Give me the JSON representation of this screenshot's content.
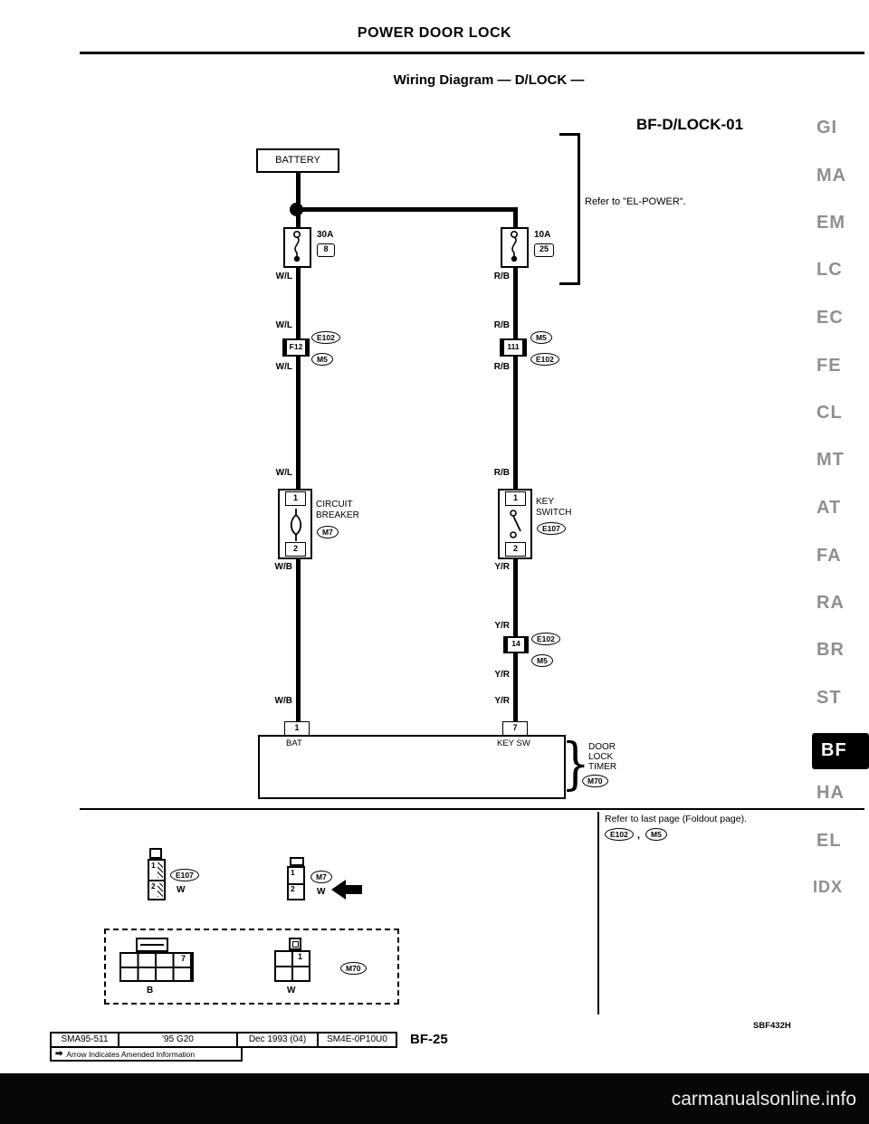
{
  "page": {
    "header": "POWER DOOR LOCK",
    "subtitle": "Wiring Diagram — D/LOCK —",
    "diagram_id": "BF-D/LOCK-01",
    "sbf_code": "SBF432H",
    "page_number": "BF-25",
    "watermark": "carmanualsonline.info"
  },
  "tabs": [
    "GI",
    "MA",
    "EM",
    "LC",
    "EC",
    "FE",
    "CL",
    "MT",
    "AT",
    "FA",
    "RA",
    "BR",
    "ST",
    "BF",
    "HA",
    "EL",
    "IDX"
  ],
  "icons": {
    "amended_arrow": "➡",
    "timer_brace": "}"
  },
  "notes": {
    "el_power": "Refer to \"EL-POWER\".",
    "foldout": "Refer to last page (Foldout page).",
    "foldout_ref1": "E102",
    "foldout_sep": ",",
    "foldout_ref2": "M5"
  },
  "diagram": {
    "battery": "BATTERY",
    "left": {
      "fuse_amp": "30A",
      "fuse_slot": "8",
      "wires": [
        "W/L",
        "W/L",
        "W/L",
        "W/L",
        "W/B",
        "W/B"
      ],
      "connector": "F12",
      "connector_ref1": "E102",
      "connector_ref2": "M5",
      "breaker_pin_top": "1",
      "breaker_pin_bottom": "2",
      "breaker_name1": "CIRCUIT",
      "breaker_name2": "BREAKER",
      "breaker_ref": "M7",
      "timer_pin": "1",
      "timer_pin_label": "BAT"
    },
    "right": {
      "fuse_amp": "10A",
      "fuse_slot": "25",
      "wires": [
        "R/B",
        "R/B",
        "R/B",
        "R/B",
        "Y/R",
        "Y/R",
        "Y/R",
        "Y/R"
      ],
      "connector1": "111",
      "connector1_ref1": "M5",
      "connector1_ref2": "E102",
      "keysw_pin_top": "1",
      "keysw_pin_bottom": "2",
      "keysw_name1": "KEY",
      "keysw_name2": "SWITCH",
      "keysw_ref": "E107",
      "connector2": "14",
      "connector2_ref1": "E102",
      "connector2_ref2": "M5",
      "timer_pin": "7",
      "timer_pin_label": "KEY SW"
    },
    "timer": {
      "name1": "DOOR",
      "name2": "LOCK",
      "name3": "TIMER",
      "ref": "M70"
    }
  },
  "details": {
    "d1": {
      "pin1": "1",
      "pin2": "2",
      "ref": "E107",
      "wire": "W"
    },
    "d2": {
      "pin1": "1",
      "pin2": "2",
      "ref": "M7",
      "wire": "W"
    },
    "d3": {
      "pin": "7",
      "wire": "B"
    },
    "d4": {
      "pin": "1",
      "wire": "W",
      "ref": "M70"
    }
  },
  "footer": {
    "cell1": "SMA95-511",
    "cell2": "'95 G20",
    "cell3": "Dec 1993 (04)",
    "cell4": "SM4E-0P10U0",
    "amended_note": "Arrow Indicates Amended Information"
  }
}
